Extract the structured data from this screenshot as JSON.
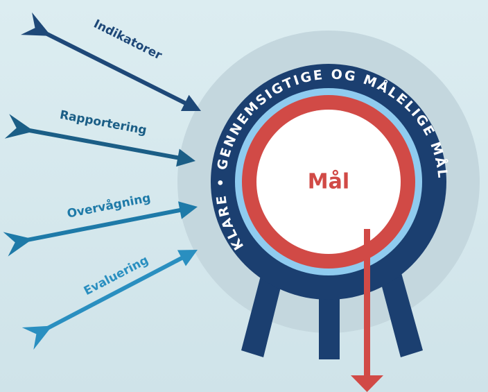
{
  "center_label": "Mål",
  "ring_text": "KLARE • GENNEMSIGTIGE OG MÅLELIGE MÅL",
  "arrows": [
    {
      "label": "Indikatorer",
      "color": "#1e4878"
    },
    {
      "label": "Rapportering",
      "color": "#1b5e86"
    },
    {
      "label": "Overvågning",
      "color": "#1e7aa8"
    },
    {
      "label": "Evaluering",
      "color": "#2a8fc0"
    }
  ],
  "colors": {
    "background": "#d6e9ee",
    "halo": "#c3d6dd",
    "navy": "#1b3f70",
    "light_blue": "#8fcbef",
    "red": "#d14a46",
    "center_text": "#d14a46"
  }
}
